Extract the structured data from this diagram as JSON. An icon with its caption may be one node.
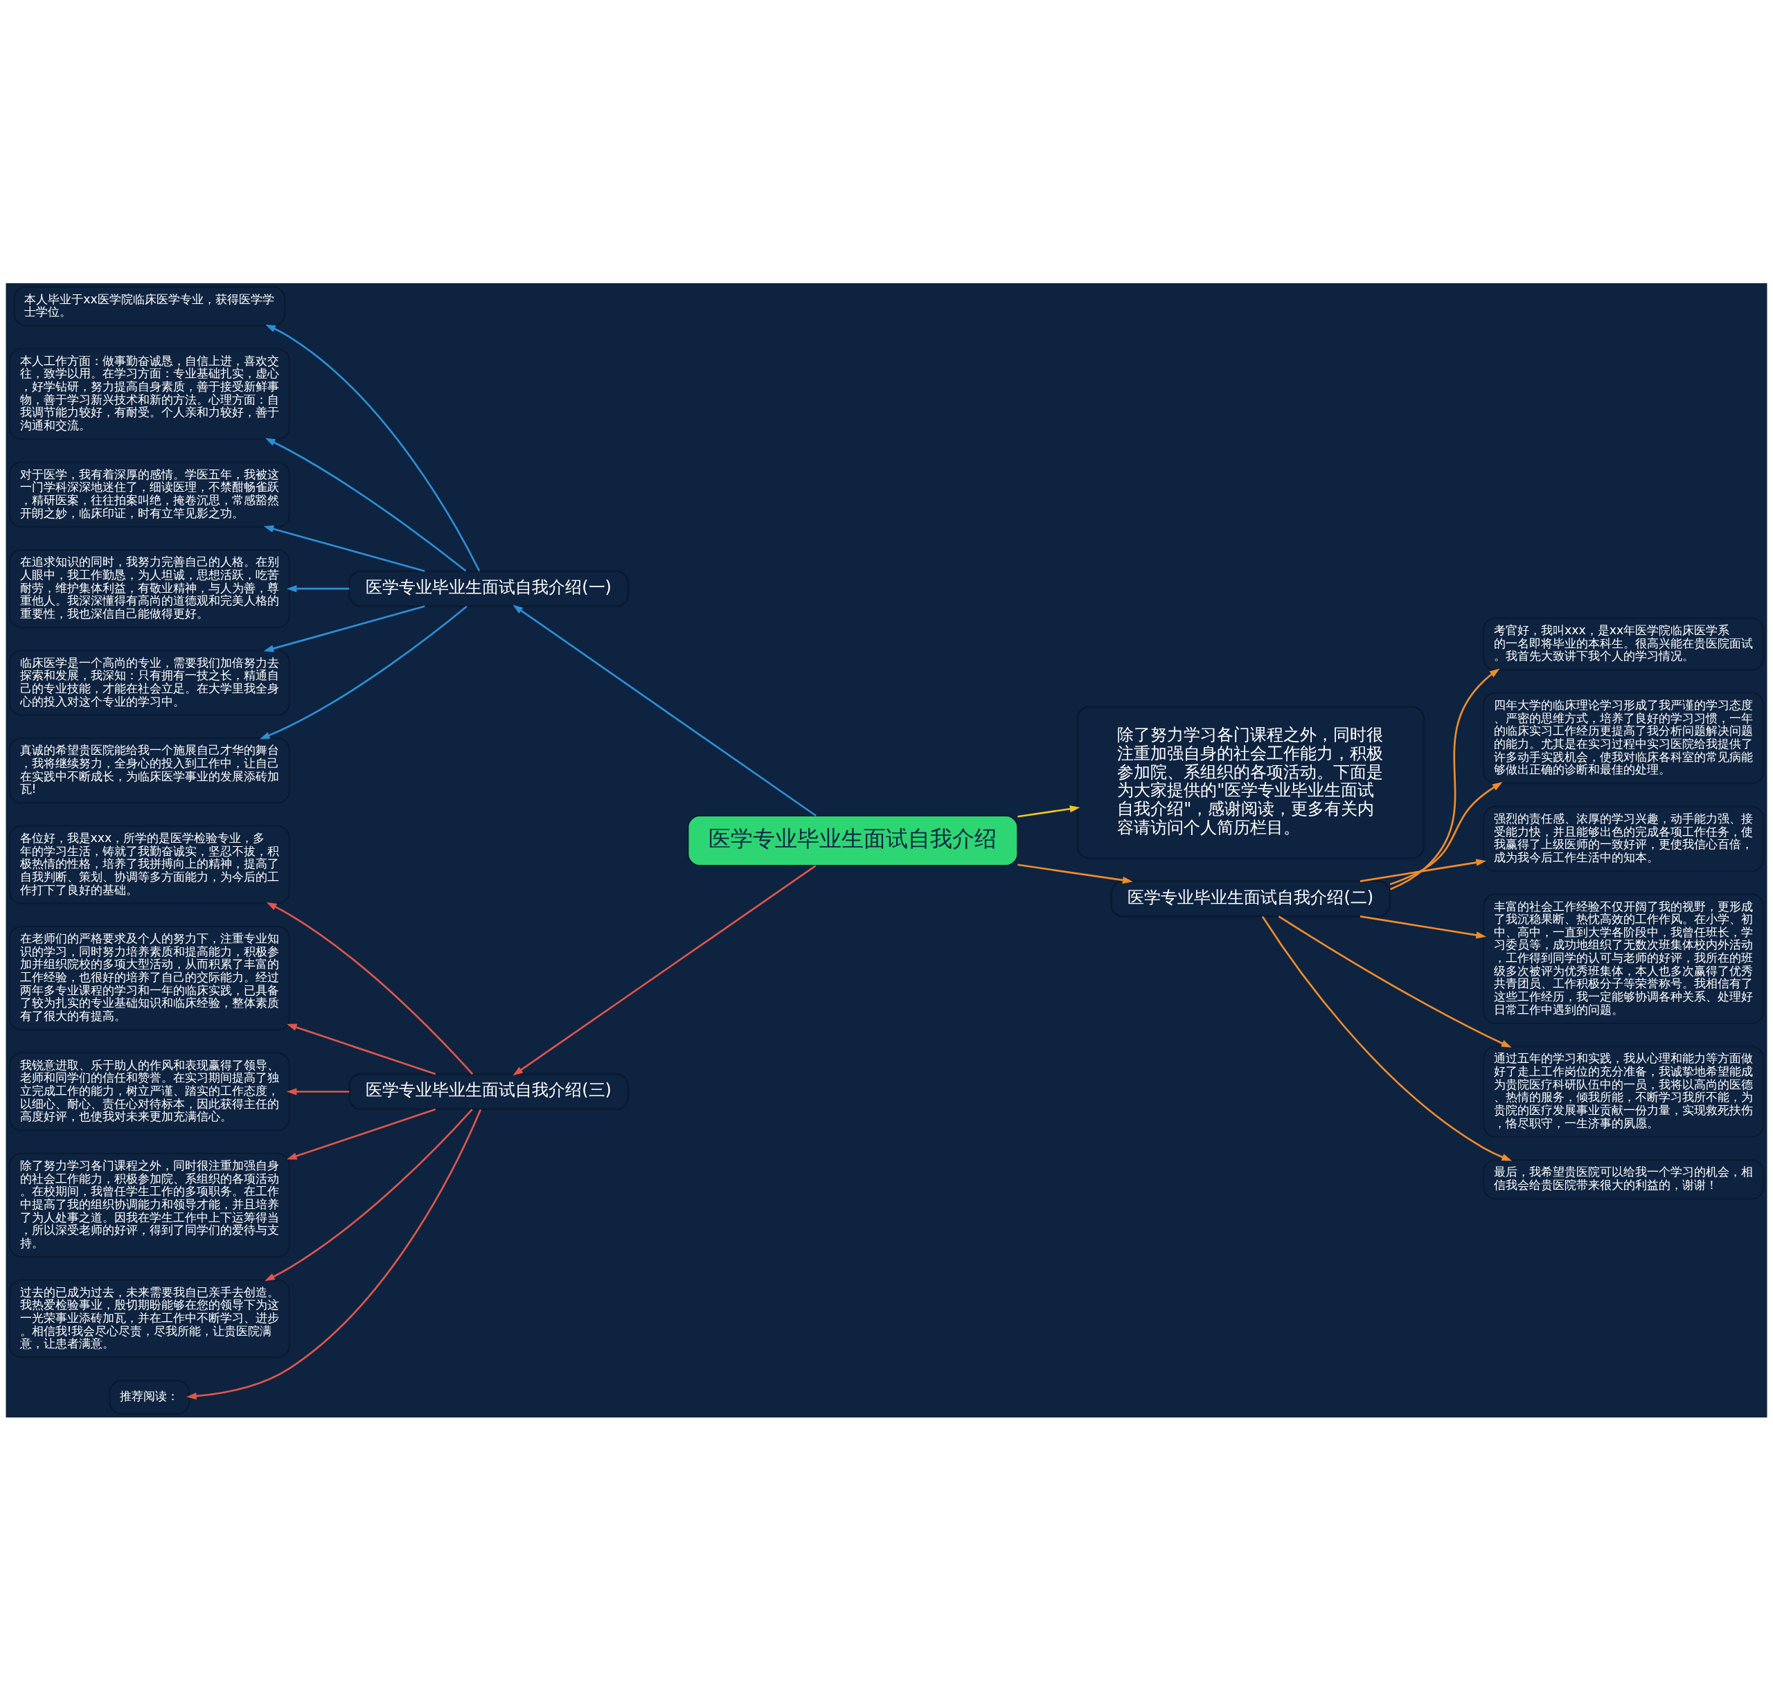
{
  "diagram": {
    "nodes": [
      {
        "text": [
          "医学专业毕业生面试自我介绍"
        ]
      },
      {
        "text": [
          "医学专业毕业生面试自我介绍(一)"
        ]
      },
      {
        "text": [
          "本人毕业于xx医学院临床医学专业，获得医学学士学位。"
        ]
      },
      {
        "text": [
          "本人工作方面：做事勤奋诚恳，自信上进，喜欢交往，致学以用。在学习方面：专业基础扎实，虚心，好学钻研，努力提高自身素质，善于接受新鲜事物，善于学习新兴技术和新的方法。心理方面：自我调节能力较好，有耐受。个人亲和力较好，善于沟通和交流。"
        ]
      },
      {
        "text": [
          "对于医学，我有着深厚的感情。学医五年，我被这一门学科深深地迷住了，细读医理，不禁酣畅雀跃，精研医案，往往拍案叫绝，掩卷沉思，常感豁然开朗之妙，临床印证，时有立竿见影之功。"
        ]
      },
      {
        "text": [
          "在追求知识的同时，我努力完善自己的人格。在别人眼中，我工作勤恳，为人坦诚，思想活跃，吃苦耐劳，维护集体利益，有敬业精神，与人为善，尊重他人。我深深懂得有高尚的道德观和完美人格的重要性，我也深信自己能做得更好。"
        ]
      },
      {
        "text": [
          "临床医学是一个高尚的专业，需要我们加倍努力去探索和发展，我深知：只有拥有一技之长，精通自己的专业技能，才能在社会立足。在大学里我全身心的投入对这个专业的学习中。"
        ]
      },
      {
        "text": [
          "真诚的希望贵医院能给我一个施展自己才华的舞台，我将继续努力，全身心的投入到工作中，让自己在实践中不断成长，为临床医学事业的发展添砖加瓦!"
        ]
      },
      {
        "text": [
          "医学专业毕业生面试自我介绍(三)"
        ]
      },
      {
        "text": [
          "各位好，我是xxx，所学的是医学检验专业，多年的学习生活，铸就了我勤奋诚实，坚忍不拔，积极热情的性格，培养了我拼搏向上的精神，提高了自我判断、策划、协调等多方面能力，为今后的工作打下了良好的基础。"
        ]
      },
      {
        "text": [
          "在老师们的严格要求及个人的努力下，注重专业知识的学习，同时努力培养素质和提高能力，积极参加并组织院校的多项大型活动，从而积累了丰富的工作经验，也很好的培养了自己的交际能力。经过两年多专业课程的学习和一年的临床实践，已具备了较为扎实的专业基础知识和临床经验，整体素质有了很大的有提高。"
        ]
      },
      {
        "text": [
          "我锐意进取、乐于助人的作风和表现赢得了领导、老师和同学们的信任和赞誉。在实习期间提高了独立完成工作的能力，树立严谨、踏实的工作态度，以细心、耐心、责任心对待标本，因此获得主任的高度好评，也使我对未来更加充满信心。"
        ]
      },
      {
        "text": [
          "除了努力学习各门课程之外，同时很注重加强自身的社会工作能力，积极参加院、系组织的各项活动。在校期间，我曾任学生工作的多项职务。在工作中提高了我的组织协调能力和领导才能，并且培养了为人处事之道。因我在学生工作中上下运筹得当，所以深受老师的好评，得到了同学们的爱待与支持。"
        ]
      },
      {
        "text": [
          "过去的已成为过去，未来需要我自已亲手去创造。我热爱检验事业，殷切期盼能够在您的领导下为这一光荣事业添砖加瓦，并在工作中不断学习、进步。相信我!我会尽心尽责，尽我所能，让贵医院满意，让患者满意。"
        ]
      },
      {
        "text": [
          "推荐阅读："
        ]
      },
      {
        "text": [
          "除了努力学习各门课程之外，同时很注重加强自身的社会工作能力，积极参加院、系组织的各项活动。下面是为大家提供的\"医学专业毕业生面试自我介绍\"，感谢阅读，更多有关内容请访问个人简历栏目。"
        ]
      },
      {
        "text": [
          "医学专业毕业生面试自我介绍(二)"
        ]
      },
      {
        "text": [
          "考官好，我叫xxx，是xx年医学院临床医学系的一名即将毕业的本科生。很高兴能在贵医院面试。我首先大致讲下我个人的学习情况。"
        ]
      },
      {
        "text": [
          "四年大学的临床理论学习形成了我严谨的学习态度、严密的思维方式，培养了良好的学习习惯，一年的临床实习工作经历更提高了我分析问题解决问题的能力。尤其是在实习过程中实习医院给我提供了许多动手实践机会，使我对临床各科室的常见病能够做出正确的诊断和最佳的处理。"
        ]
      },
      {
        "text": [
          "强烈的责任感、浓厚的学习兴趣，动手能力强、接受能力快，并且能够出色的完成各项工作任务，使我赢得了上级医师的一致好评，更使我信心百倍，成为我今后工作生活中的知本。"
        ]
      },
      {
        "text": [
          "丰富的社会工作经验不仅开阔了我的视野，更形成了我沉稳果断、热忱高效的工作作风。在小学、初中、高中，一直到大学各阶段中，我曾任班长，学习委员等，成功地组织了无数次班集体校内外活动，工作得到同学的认可与老师的好评，我所在的班级多次被评为优秀班集体，本人也多次赢得了优秀共青团员、工作积极分子等荣誉称号。我相信有了这些工作经历，我一定能够协调各种关系、处理好日常工作中遇到的问题。"
        ]
      },
      {
        "text": [
          "通过五年的学习和实践，我从心理和能力等方面做好了走上工作岗位的充分准备，我诚挚地希望能成为贵院医疗科研队伍中的一员，我将以高尚的医德、热情的服务，倾我所能，不断学习我所不能，为贵院的医疗发展事业贡献一份力量，实现救死扶伤，恪尽职守，一生济事的夙愿。"
        ]
      },
      {
        "text": [
          "最后，我希望贵医院可以给我一个学习的机会，相信我会给贵医院带来很大的利益的，谢谢！"
        ]
      }
    ],
    "edges": [
      {
        "from": 0,
        "to": 1,
        "arrow": "to",
        "color": "#2d8fd5"
      },
      {
        "from": 1,
        "to": 2,
        "arrow": "to",
        "color": "#2d8fd5"
      },
      {
        "from": 1,
        "to": 3,
        "arrow": "to",
        "color": "#2d8fd5"
      },
      {
        "from": 1,
        "to": 4,
        "arrow": "to",
        "color": "#2d8fd5"
      },
      {
        "from": 1,
        "to": 5,
        "arrow": "to",
        "color": "#2d8fd5"
      },
      {
        "from": 1,
        "to": 6,
        "arrow": "to",
        "color": "#2d8fd5"
      },
      {
        "from": 1,
        "to": 7,
        "arrow": "to",
        "color": "#2d8fd5"
      },
      {
        "from": 0,
        "to": 8,
        "arrow": "to",
        "color": "#e0564b"
      },
      {
        "from": 8,
        "to": 9,
        "arrow": "to",
        "color": "#e0564b"
      },
      {
        "from": 8,
        "to": 10,
        "arrow": "to",
        "color": "#e0564b"
      },
      {
        "from": 8,
        "to": 11,
        "arrow": "to",
        "color": "#e0564b"
      },
      {
        "from": 8,
        "to": 12,
        "arrow": "to",
        "color": "#e0564b"
      },
      {
        "from": 8,
        "to": 13,
        "arrow": "to",
        "color": "#e0564b"
      },
      {
        "from": 8,
        "to": 14,
        "arrow": "to",
        "color": "#e0564b"
      },
      {
        "from": 0,
        "to": 15,
        "arrow": "to",
        "color": "#f2c525"
      },
      {
        "from": 0,
        "to": 16,
        "arrow": "to",
        "color": "#f08c2c"
      },
      {
        "from": 16,
        "to": 17,
        "arrow": "to",
        "color": "#f08c2c"
      },
      {
        "from": 16,
        "to": 18,
        "arrow": "to",
        "color": "#f08c2c"
      },
      {
        "from": 16,
        "to": 19,
        "arrow": "to",
        "color": "#f08c2c"
      },
      {
        "from": 16,
        "to": 20,
        "arrow": "to",
        "color": "#f08c2c"
      },
      {
        "from": 16,
        "to": 21,
        "arrow": "to",
        "color": "#f08c2c"
      },
      {
        "from": 16,
        "to": 22,
        "arrow": "to",
        "color": "#f08c2c"
      }
    ]
  }
}
